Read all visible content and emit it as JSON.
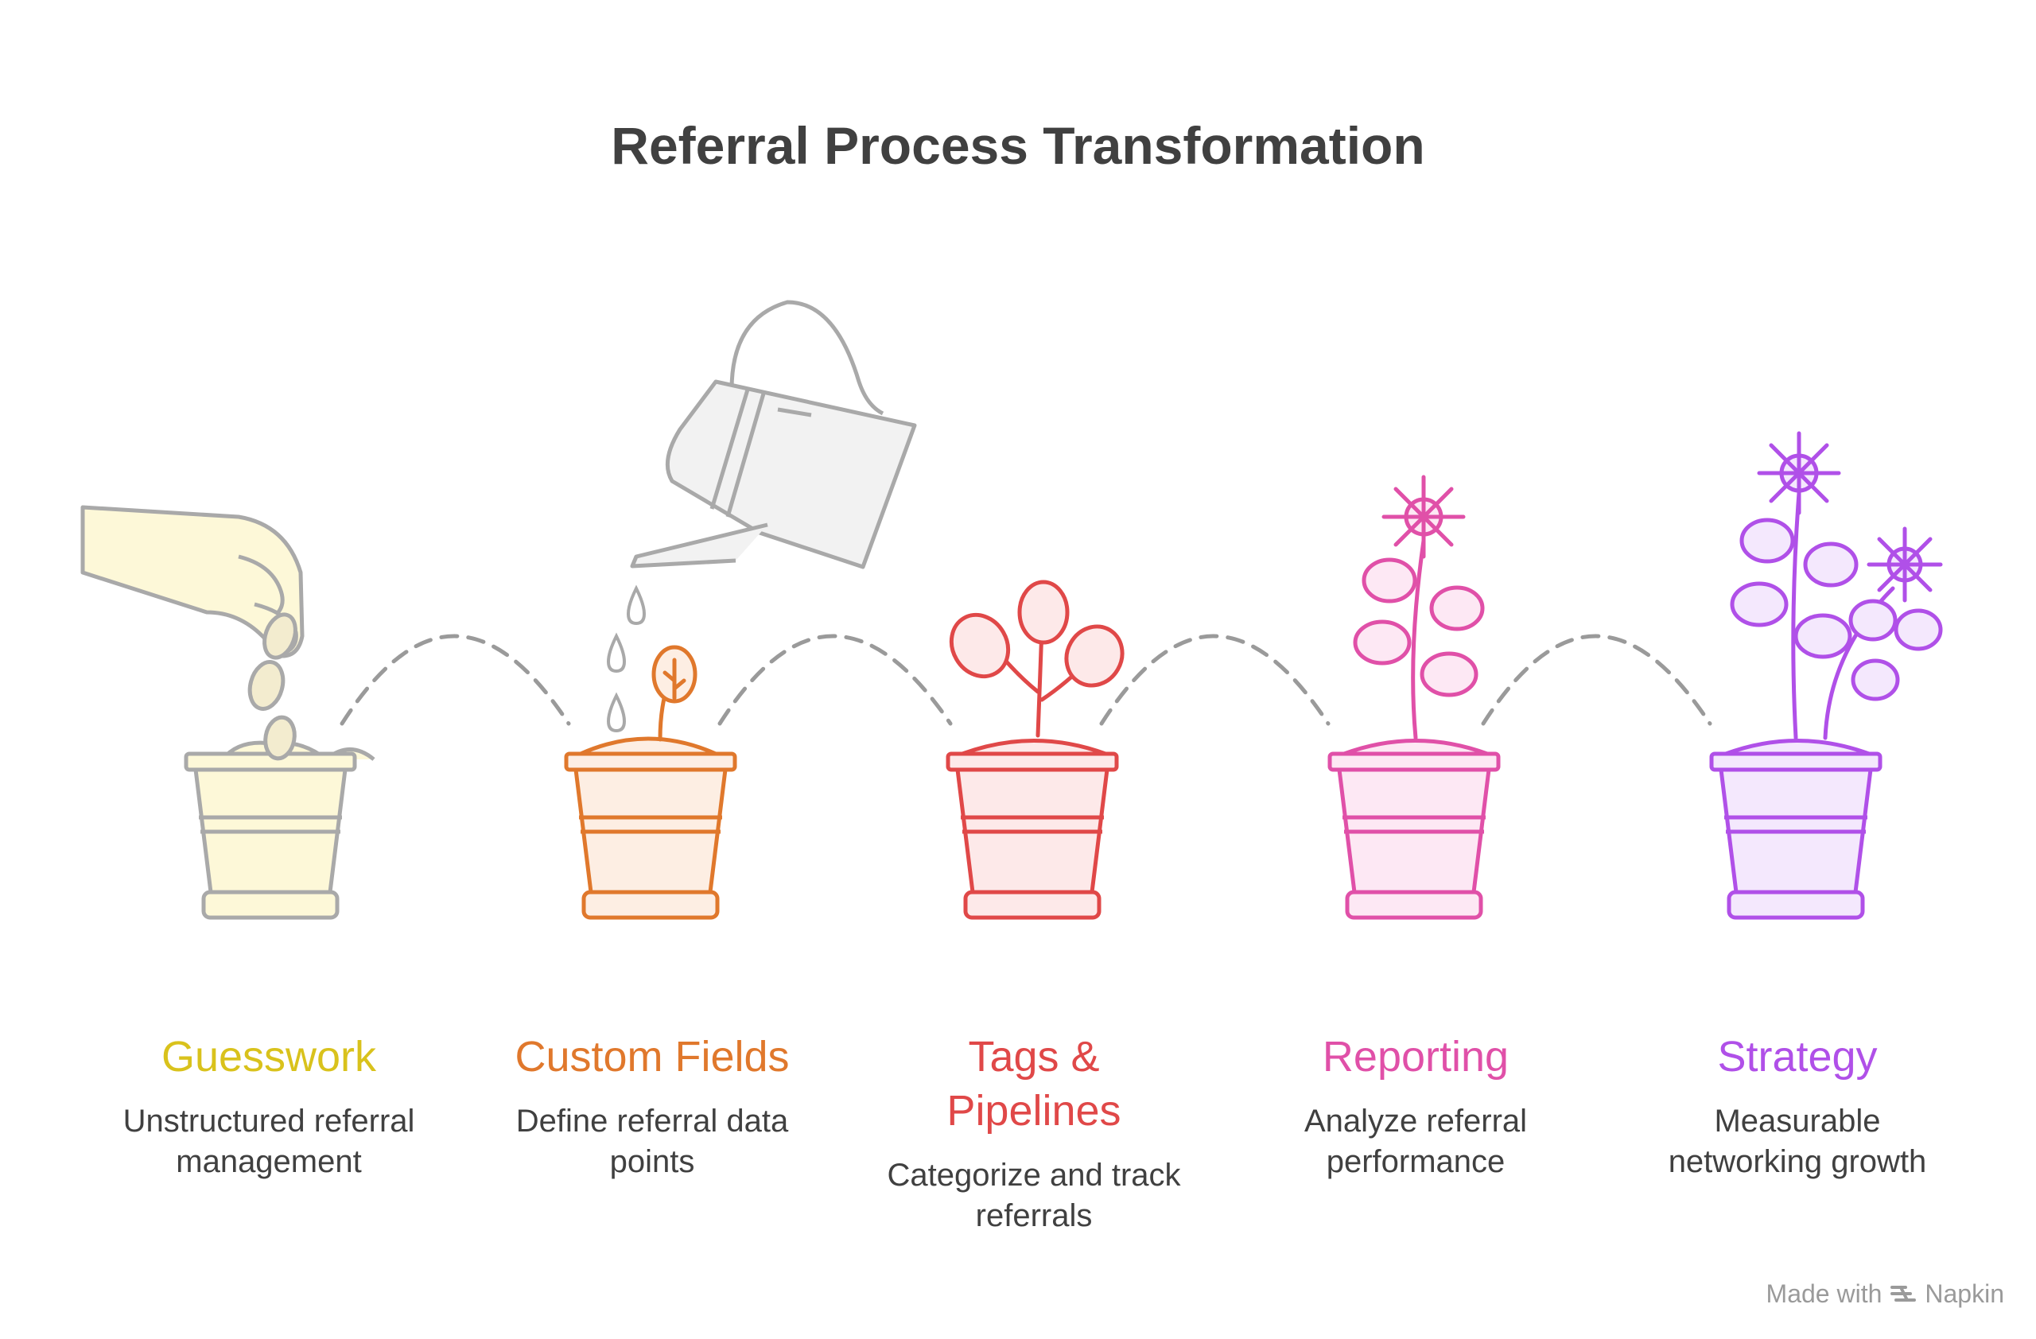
{
  "title": "Referral Process Transformation",
  "stages": [
    {
      "label": "Guesswork",
      "description": "Unstructured referral management",
      "color": "#d9c21c",
      "stroke": "#a9a9a9",
      "fill": "#fdf8d8"
    },
    {
      "label": "Custom Fields",
      "description": "Define referral data points",
      "color": "#e0782c",
      "stroke": "#e0782c",
      "fill": "#fdeee3"
    },
    {
      "label": "Tags & Pipelines",
      "description": "Categorize and track referrals",
      "color": "#e04848",
      "stroke": "#e04848",
      "fill": "#fde9e9"
    },
    {
      "label": "Reporting",
      "description": "Analyze referral performance",
      "color": "#e050a8",
      "stroke": "#e050a8",
      "fill": "#fde8f4"
    },
    {
      "label": "Strategy",
      "description": "Measurable networking growth",
      "color": "#b050e8",
      "stroke": "#b050e8",
      "fill": "#f4e8fd"
    }
  ],
  "footer": {
    "made_with": "Made with",
    "brand": "Napkin"
  }
}
